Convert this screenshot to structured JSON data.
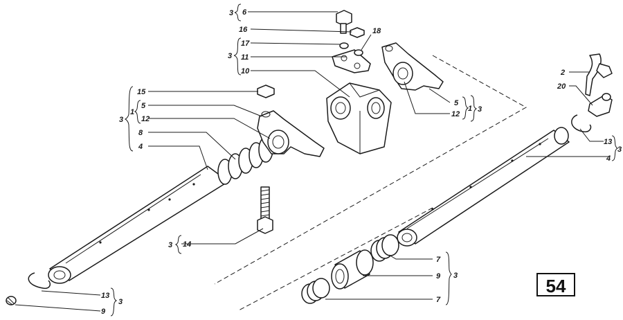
{
  "plate_number": "54",
  "labels": {
    "l6": "6",
    "l16": "16",
    "l18": "18",
    "l17": "17",
    "l11": "11",
    "l10": "10",
    "l15": "15",
    "l5a": "5",
    "l12a": "12",
    "l8": "8",
    "l4a": "4",
    "l5b": "5",
    "l12b": "12",
    "l2": "2",
    "l20": "20",
    "l13a": "13",
    "l4b": "4",
    "l14": "14",
    "l7a": "7",
    "l9a": "9",
    "l7b": "7",
    "l13b": "13",
    "l9b": "9"
  },
  "qty": {
    "q_top": "3",
    "q_mid": "3",
    "q_left": "3",
    "q_left_inner": "1",
    "q_right_inner": "1",
    "q_right": "3",
    "q_13_4": "3",
    "q_14": "3",
    "q_7_9_7": "3",
    "q_13_9": "3"
  }
}
